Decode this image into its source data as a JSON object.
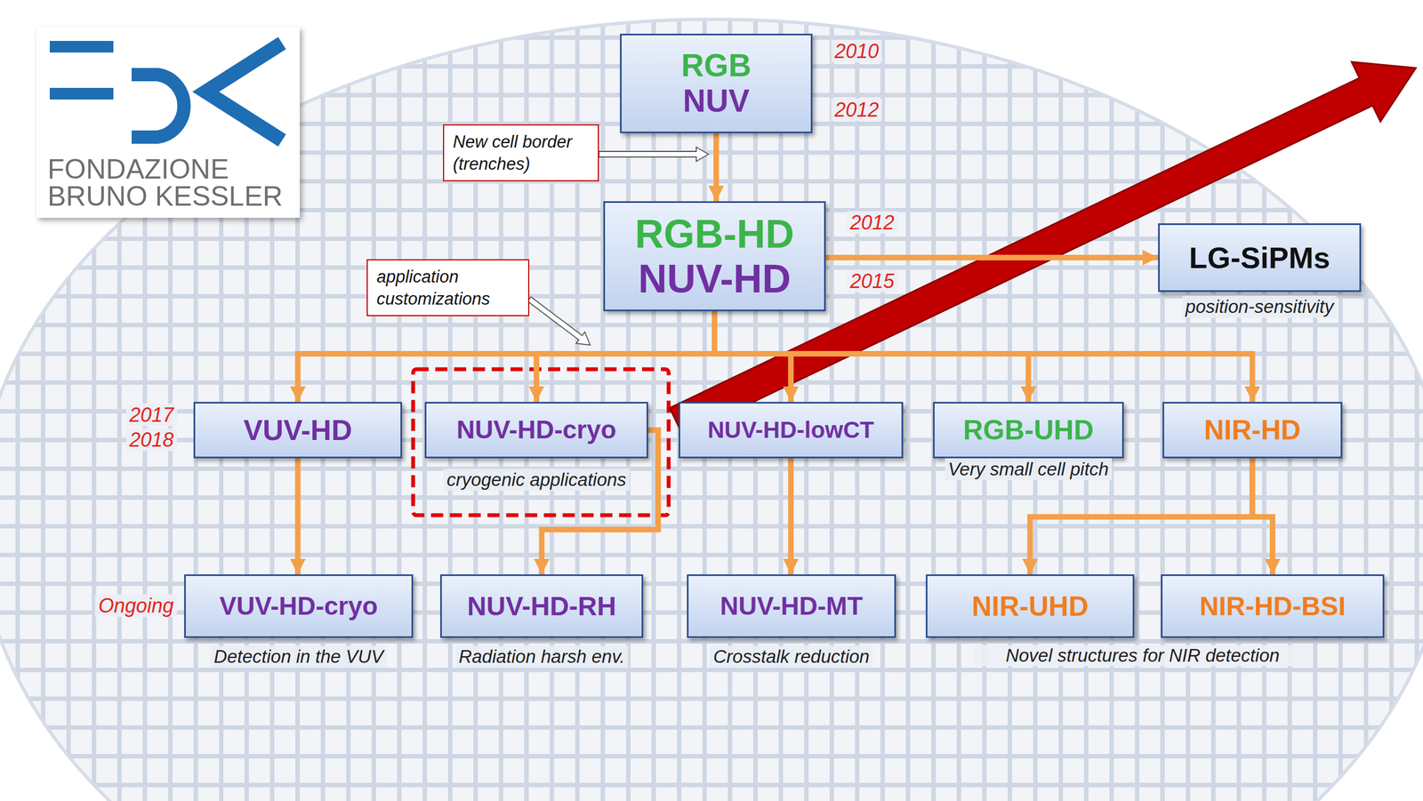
{
  "diagram": {
    "nodes": [
      {
        "text": [
          "RGB",
          "NUV"
        ]
      },
      {
        "text": [
          "New cell border (trenches)"
        ]
      },
      {
        "text": [
          "RGB-HD",
          "NUV-HD"
        ]
      },
      {
        "text": [
          "application customizations"
        ]
      },
      {
        "text": [
          "LG-SiPMs",
          "position-sensitivity"
        ]
      },
      {
        "text": [
          "VUV-HD"
        ]
      },
      {
        "text": [
          "NUV-HD-cryo",
          "cryogenic applications"
        ]
      },
      {
        "text": [
          "NUV-HD-lowCT"
        ]
      },
      {
        "text": [
          "RGB-UHD",
          "Very small cell pitch"
        ]
      },
      {
        "text": [
          "NIR-HD"
        ]
      },
      {
        "text": [
          "VUV-HD-cryo",
          "Detection in the VUV"
        ]
      },
      {
        "text": [
          "NUV-HD-RH",
          "Radiation harsh env."
        ]
      },
      {
        "text": [
          "NUV-HD-MT",
          "Crosstalk reduction"
        ]
      },
      {
        "text": [
          "NIR-UHD"
        ]
      },
      {
        "text": [
          "NIR-HD-BSI"
        ]
      }
    ],
    "edges": [
      {
        "from": 0,
        "to": 2,
        "arrow": "to"
      },
      {
        "from": 2,
        "to": 4,
        "arrow": "to"
      },
      {
        "from": 2,
        "to": 5,
        "arrow": "to"
      },
      {
        "from": 2,
        "to": 6,
        "arrow": "to"
      },
      {
        "from": 2,
        "to": 7,
        "arrow": "to"
      },
      {
        "from": 2,
        "to": 8,
        "arrow": "to"
      },
      {
        "from": 2,
        "to": 9,
        "arrow": "to"
      },
      {
        "from": 5,
        "to": 10,
        "arrow": "to"
      },
      {
        "from": 6,
        "to": 11,
        "arrow": "to"
      },
      {
        "from": 7,
        "to": 12,
        "arrow": "to"
      },
      {
        "from": 9,
        "to": 13,
        "arrow": "to"
      },
      {
        "from": 9,
        "to": 14,
        "arrow": "to"
      }
    ],
    "labels": [
      "2010",
      "2012",
      "2012",
      "2015",
      "2017",
      "2018",
      "Ongoing",
      "Novel structures for NIR detection",
      "FONDAZIONE",
      "BRUNO KESSLER"
    ]
  }
}
